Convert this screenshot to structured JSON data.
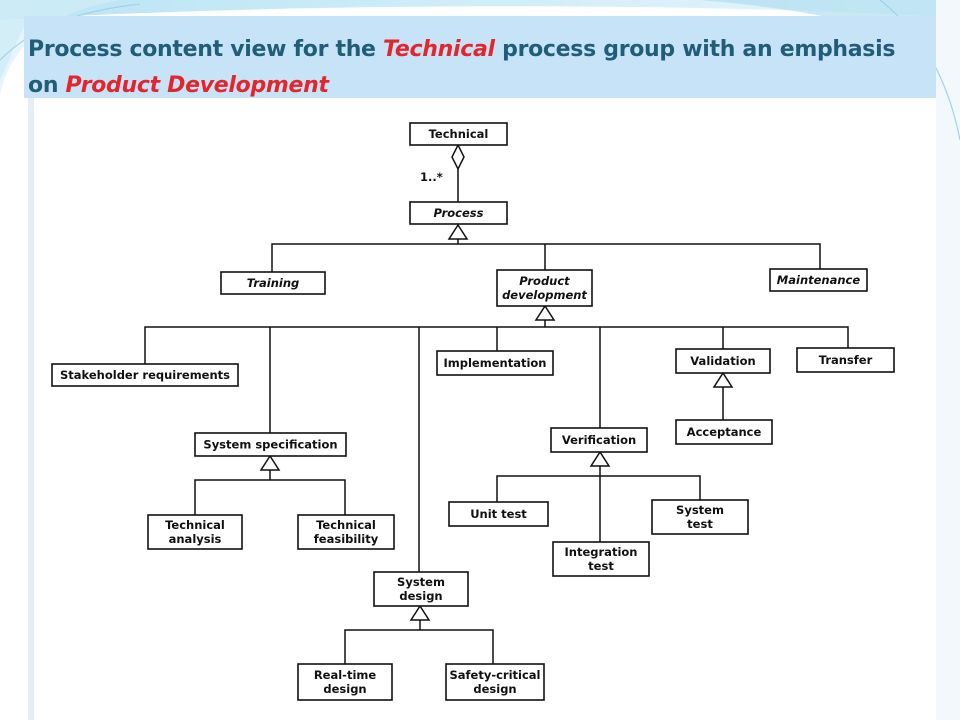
{
  "slide": {
    "title_parts": [
      {
        "text": "Process content view for the ",
        "emph": false
      },
      {
        "text": "Technical",
        "emph": true
      },
      {
        "text": " process group with an emphasis on ",
        "emph": false
      },
      {
        "text": "Product Development",
        "emph": true
      }
    ]
  },
  "diagram": {
    "nodes": {
      "technical": {
        "lines": [
          "Technical"
        ],
        "italic": false
      },
      "process": {
        "lines": [
          "Process"
        ],
        "italic": true
      },
      "training": {
        "lines": [
          "Training"
        ],
        "italic": true
      },
      "product_development": {
        "lines": [
          "Product",
          "development"
        ],
        "italic": true
      },
      "maintenance": {
        "lines": [
          "Maintenance"
        ],
        "italic": true
      },
      "stakeholder_requirements": {
        "lines": [
          "Stakeholder requirements"
        ],
        "italic": false
      },
      "implementation": {
        "lines": [
          "Implementation"
        ],
        "italic": false
      },
      "validation": {
        "lines": [
          "Validation"
        ],
        "italic": false
      },
      "transfer": {
        "lines": [
          "Transfer"
        ],
        "italic": false
      },
      "acceptance": {
        "lines": [
          "Acceptance"
        ],
        "italic": false
      },
      "system_specification": {
        "lines": [
          "System specification"
        ],
        "italic": false
      },
      "verification": {
        "lines": [
          "Verification"
        ],
        "italic": false
      },
      "technical_analysis": {
        "lines": [
          "Technical",
          "analysis"
        ],
        "italic": false
      },
      "technical_feasibility": {
        "lines": [
          "Technical",
          "feasibility"
        ],
        "italic": false
      },
      "unit_test": {
        "lines": [
          "Unit test"
        ],
        "italic": false
      },
      "system_test": {
        "lines": [
          "System",
          "test"
        ],
        "italic": false
      },
      "integration_test": {
        "lines": [
          "Integration",
          "test"
        ],
        "italic": false
      },
      "system_design": {
        "lines": [
          "System",
          "design"
        ],
        "italic": false
      },
      "real_time_design": {
        "lines": [
          "Real-time",
          "design"
        ],
        "italic": false
      },
      "safety_critical_design": {
        "lines": [
          "Safety-critical",
          "design"
        ],
        "italic": false
      }
    },
    "multiplicity": "1..*"
  }
}
